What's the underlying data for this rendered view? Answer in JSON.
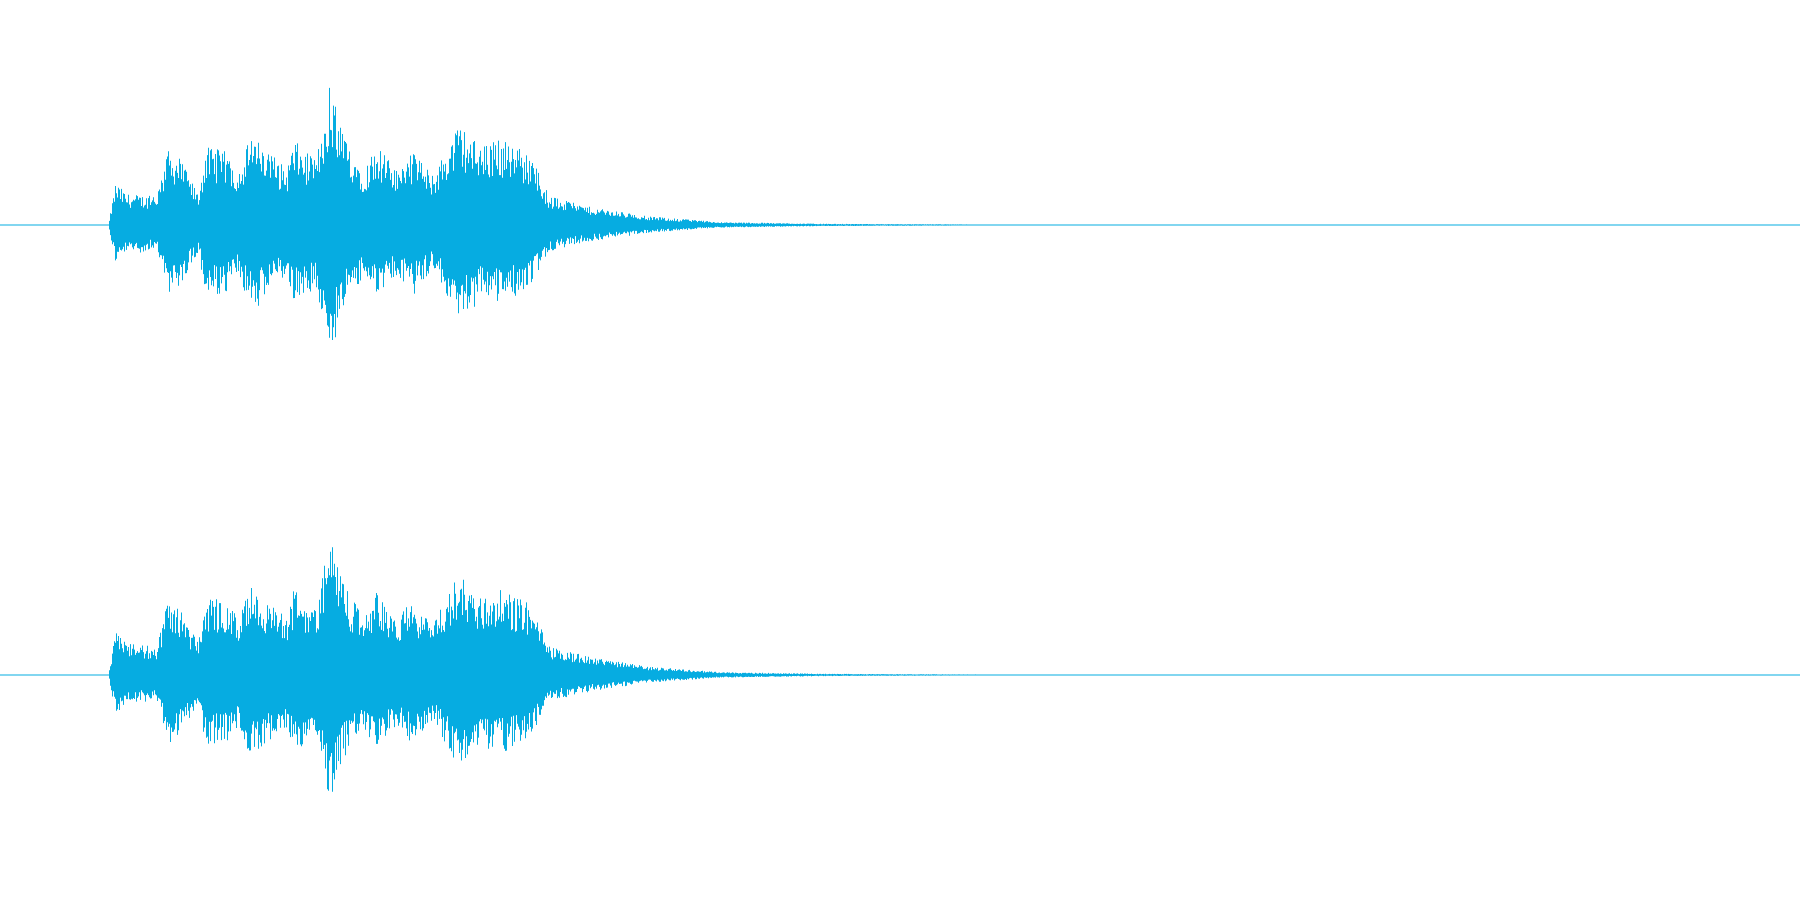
{
  "waveform": {
    "color": "#06ace1",
    "channels": [
      {
        "name": "",
        "envelope": [
          {
            "t": 0.0,
            "amp": 0.0
          },
          {
            "t": 0.06,
            "amp": 0.0
          },
          {
            "t": 0.064,
            "amp": 0.3
          },
          {
            "t": 0.07,
            "amp": 0.22
          },
          {
            "t": 0.087,
            "amp": 0.2
          },
          {
            "t": 0.093,
            "amp": 0.52
          },
          {
            "t": 0.098,
            "amp": 0.5
          },
          {
            "t": 0.11,
            "amp": 0.22
          },
          {
            "t": 0.114,
            "amp": 0.55
          },
          {
            "t": 0.125,
            "amp": 0.52
          },
          {
            "t": 0.132,
            "amp": 0.4
          },
          {
            "t": 0.139,
            "amp": 0.63
          },
          {
            "t": 0.15,
            "amp": 0.5
          },
          {
            "t": 0.159,
            "amp": 0.4
          },
          {
            "t": 0.163,
            "amp": 0.6
          },
          {
            "t": 0.175,
            "amp": 0.45
          },
          {
            "t": 0.183,
            "amp": 0.98
          },
          {
            "t": 0.19,
            "amp": 0.65
          },
          {
            "t": 0.202,
            "amp": 0.4
          },
          {
            "t": 0.209,
            "amp": 0.58
          },
          {
            "t": 0.22,
            "amp": 0.38
          },
          {
            "t": 0.228,
            "amp": 0.52
          },
          {
            "t": 0.24,
            "amp": 0.35
          },
          {
            "t": 0.255,
            "amp": 0.72
          },
          {
            "t": 0.266,
            "amp": 0.55
          },
          {
            "t": 0.278,
            "amp": 0.6
          },
          {
            "t": 0.294,
            "amp": 0.5
          },
          {
            "t": 0.305,
            "amp": 0.2
          },
          {
            "t": 0.33,
            "amp": 0.12
          },
          {
            "t": 0.36,
            "amp": 0.06
          },
          {
            "t": 0.4,
            "amp": 0.02
          },
          {
            "t": 0.46,
            "amp": 0.008
          },
          {
            "t": 0.54,
            "amp": 0.004
          },
          {
            "t": 0.57,
            "amp": 0.002
          },
          {
            "t": 0.58,
            "amp": 0.0
          },
          {
            "t": 1.0,
            "amp": 0.0
          }
        ]
      },
      {
        "name": "",
        "envelope": [
          {
            "t": 0.0,
            "amp": 0.0
          },
          {
            "t": 0.06,
            "amp": 0.0
          },
          {
            "t": 0.064,
            "amp": 0.3
          },
          {
            "t": 0.07,
            "amp": 0.22
          },
          {
            "t": 0.087,
            "amp": 0.2
          },
          {
            "t": 0.093,
            "amp": 0.52
          },
          {
            "t": 0.098,
            "amp": 0.5
          },
          {
            "t": 0.11,
            "amp": 0.22
          },
          {
            "t": 0.114,
            "amp": 0.55
          },
          {
            "t": 0.125,
            "amp": 0.52
          },
          {
            "t": 0.132,
            "amp": 0.4
          },
          {
            "t": 0.139,
            "amp": 0.63
          },
          {
            "t": 0.15,
            "amp": 0.5
          },
          {
            "t": 0.159,
            "amp": 0.4
          },
          {
            "t": 0.163,
            "amp": 0.6
          },
          {
            "t": 0.175,
            "amp": 0.45
          },
          {
            "t": 0.183,
            "amp": 0.98
          },
          {
            "t": 0.19,
            "amp": 0.65
          },
          {
            "t": 0.202,
            "amp": 0.4
          },
          {
            "t": 0.209,
            "amp": 0.58
          },
          {
            "t": 0.22,
            "amp": 0.38
          },
          {
            "t": 0.228,
            "amp": 0.52
          },
          {
            "t": 0.24,
            "amp": 0.35
          },
          {
            "t": 0.255,
            "amp": 0.72
          },
          {
            "t": 0.266,
            "amp": 0.55
          },
          {
            "t": 0.278,
            "amp": 0.6
          },
          {
            "t": 0.294,
            "amp": 0.5
          },
          {
            "t": 0.305,
            "amp": 0.2
          },
          {
            "t": 0.33,
            "amp": 0.12
          },
          {
            "t": 0.36,
            "amp": 0.06
          },
          {
            "t": 0.4,
            "amp": 0.02
          },
          {
            "t": 0.46,
            "amp": 0.008
          },
          {
            "t": 0.54,
            "amp": 0.004
          },
          {
            "t": 0.585,
            "amp": 0.002
          },
          {
            "t": 0.59,
            "amp": 0.0
          },
          {
            "t": 1.0,
            "amp": 0.0
          }
        ]
      }
    ]
  }
}
